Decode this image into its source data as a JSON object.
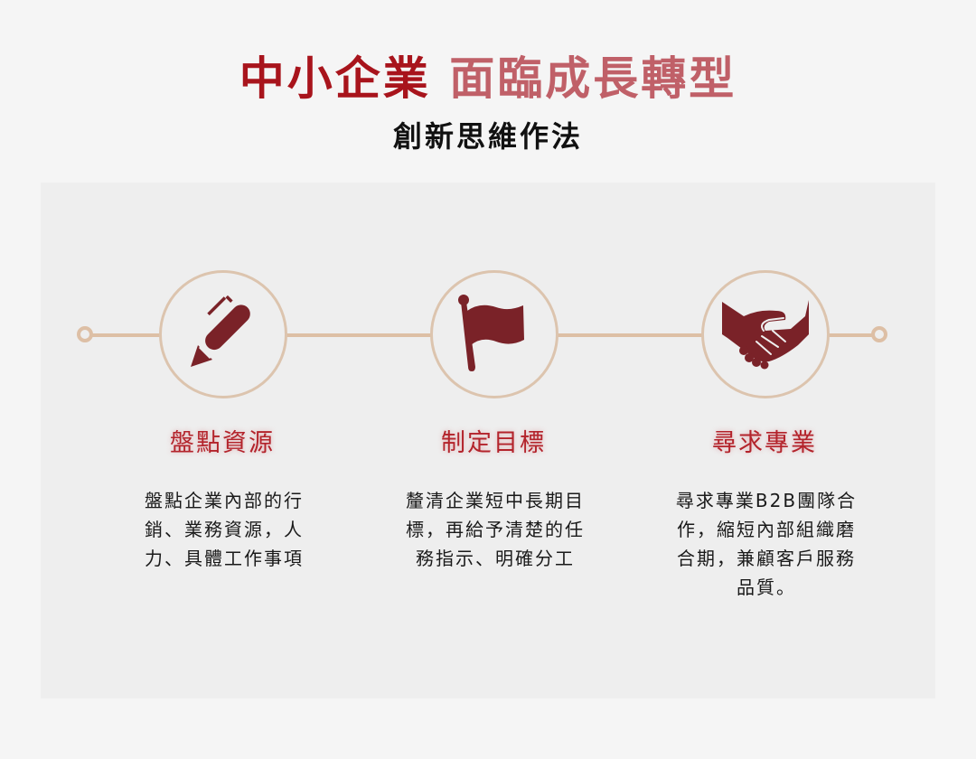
{
  "header": {
    "title_part1": "中小企業",
    "title_part2": "面臨成長轉型",
    "subtitle": "創新思維作法"
  },
  "colors": {
    "title_dark_red": "#a8141c",
    "title_light_red": "#c06068",
    "icon_maroon": "#7a2228",
    "line_tan": "#ddbfa5",
    "step_title_red": "#b3232b",
    "panel_bg": "#eeeeee",
    "page_bg": "#f5f5f5"
  },
  "steps": [
    {
      "icon": "pen-icon",
      "title": "盤點資源",
      "desc_lines": [
        "盤點企業內部的行",
        "銷、業務資源，人",
        "力、具體工作事項"
      ]
    },
    {
      "icon": "flag-icon",
      "title": "制定目標",
      "desc_lines": [
        "釐清企業短中長期目",
        "標，再給予清楚的任",
        "務指示、明確分工"
      ]
    },
    {
      "icon": "handshake-icon",
      "title": "尋求專業",
      "desc_lines": [
        "尋求專業B2B團隊合",
        "作，縮短內部組織磨",
        "合期，兼顧客戶服務",
        "品質。"
      ]
    }
  ]
}
